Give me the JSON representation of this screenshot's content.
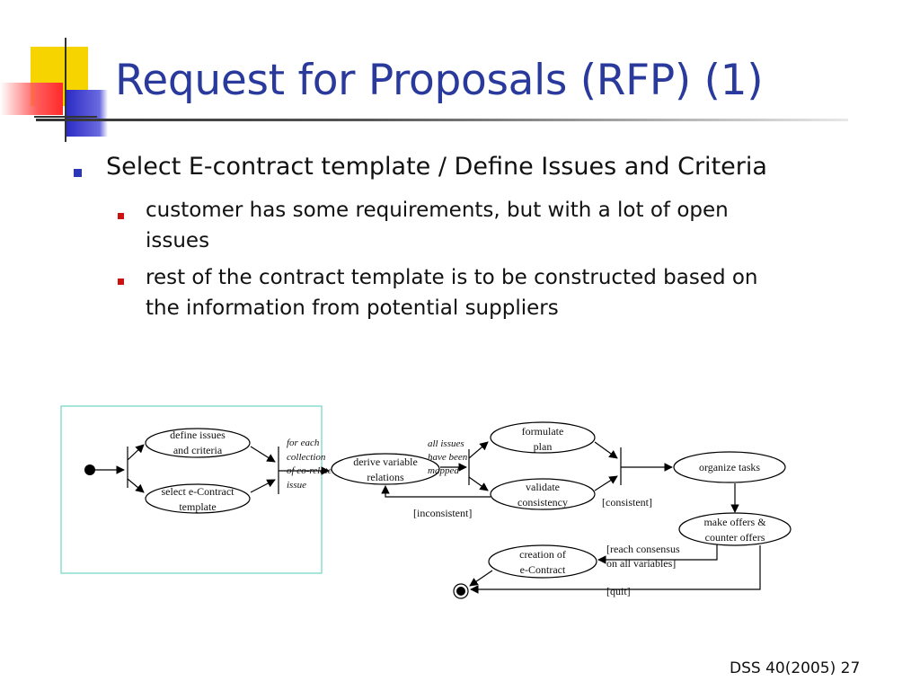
{
  "slide": {
    "title": "Request for Proposals (RFP) (1)",
    "footer": "DSS 40(2005) 27",
    "bullets": [
      {
        "text": "Select E-contract template / Define Issues and Criteria",
        "sub": [
          {
            "line1": "customer has some requirements, but with a lot of open",
            "line2": "issues"
          },
          {
            "line1": "rest of the contract template is to be constructed based on",
            "line2": "the information from potential suppliers"
          }
        ]
      }
    ]
  },
  "diagram": {
    "nodes": {
      "define": {
        "l1": "define issues",
        "l2": "and criteria"
      },
      "select": {
        "l1": "select e-Contract",
        "l2": "template"
      },
      "derive": {
        "l1": "derive variable",
        "l2": "relations"
      },
      "formulate": {
        "l1": "formulate",
        "l2": "plan"
      },
      "validate": {
        "l1": "validate",
        "l2": "consistency"
      },
      "organize": {
        "l1": "organize tasks"
      },
      "offers": {
        "l1": "make offers &",
        "l2": "counter offers"
      },
      "creation": {
        "l1": "creation of",
        "l2": "e-Contract"
      }
    },
    "notes": {
      "foreach": [
        "for each",
        "collection",
        "of co-related",
        "issue"
      ],
      "allissues": [
        "all issues",
        "have been",
        "mapped"
      ]
    },
    "guards": {
      "inconsistent": "[inconsistent]",
      "consistent": "[consistent]",
      "consensus1": "[reach consensus",
      "consensus2": "on all variables]",
      "quit": "[quit]"
    }
  },
  "colors": {
    "title": "#2a3a9c",
    "bullet_level1": "#2b36b8",
    "bullet_level2": "#cc1111",
    "deco_yellow": "#f5d400",
    "deco_blue": "#3a3ad0",
    "deco_red": "#ff3030",
    "highlight_box": "#6fd6c4"
  }
}
